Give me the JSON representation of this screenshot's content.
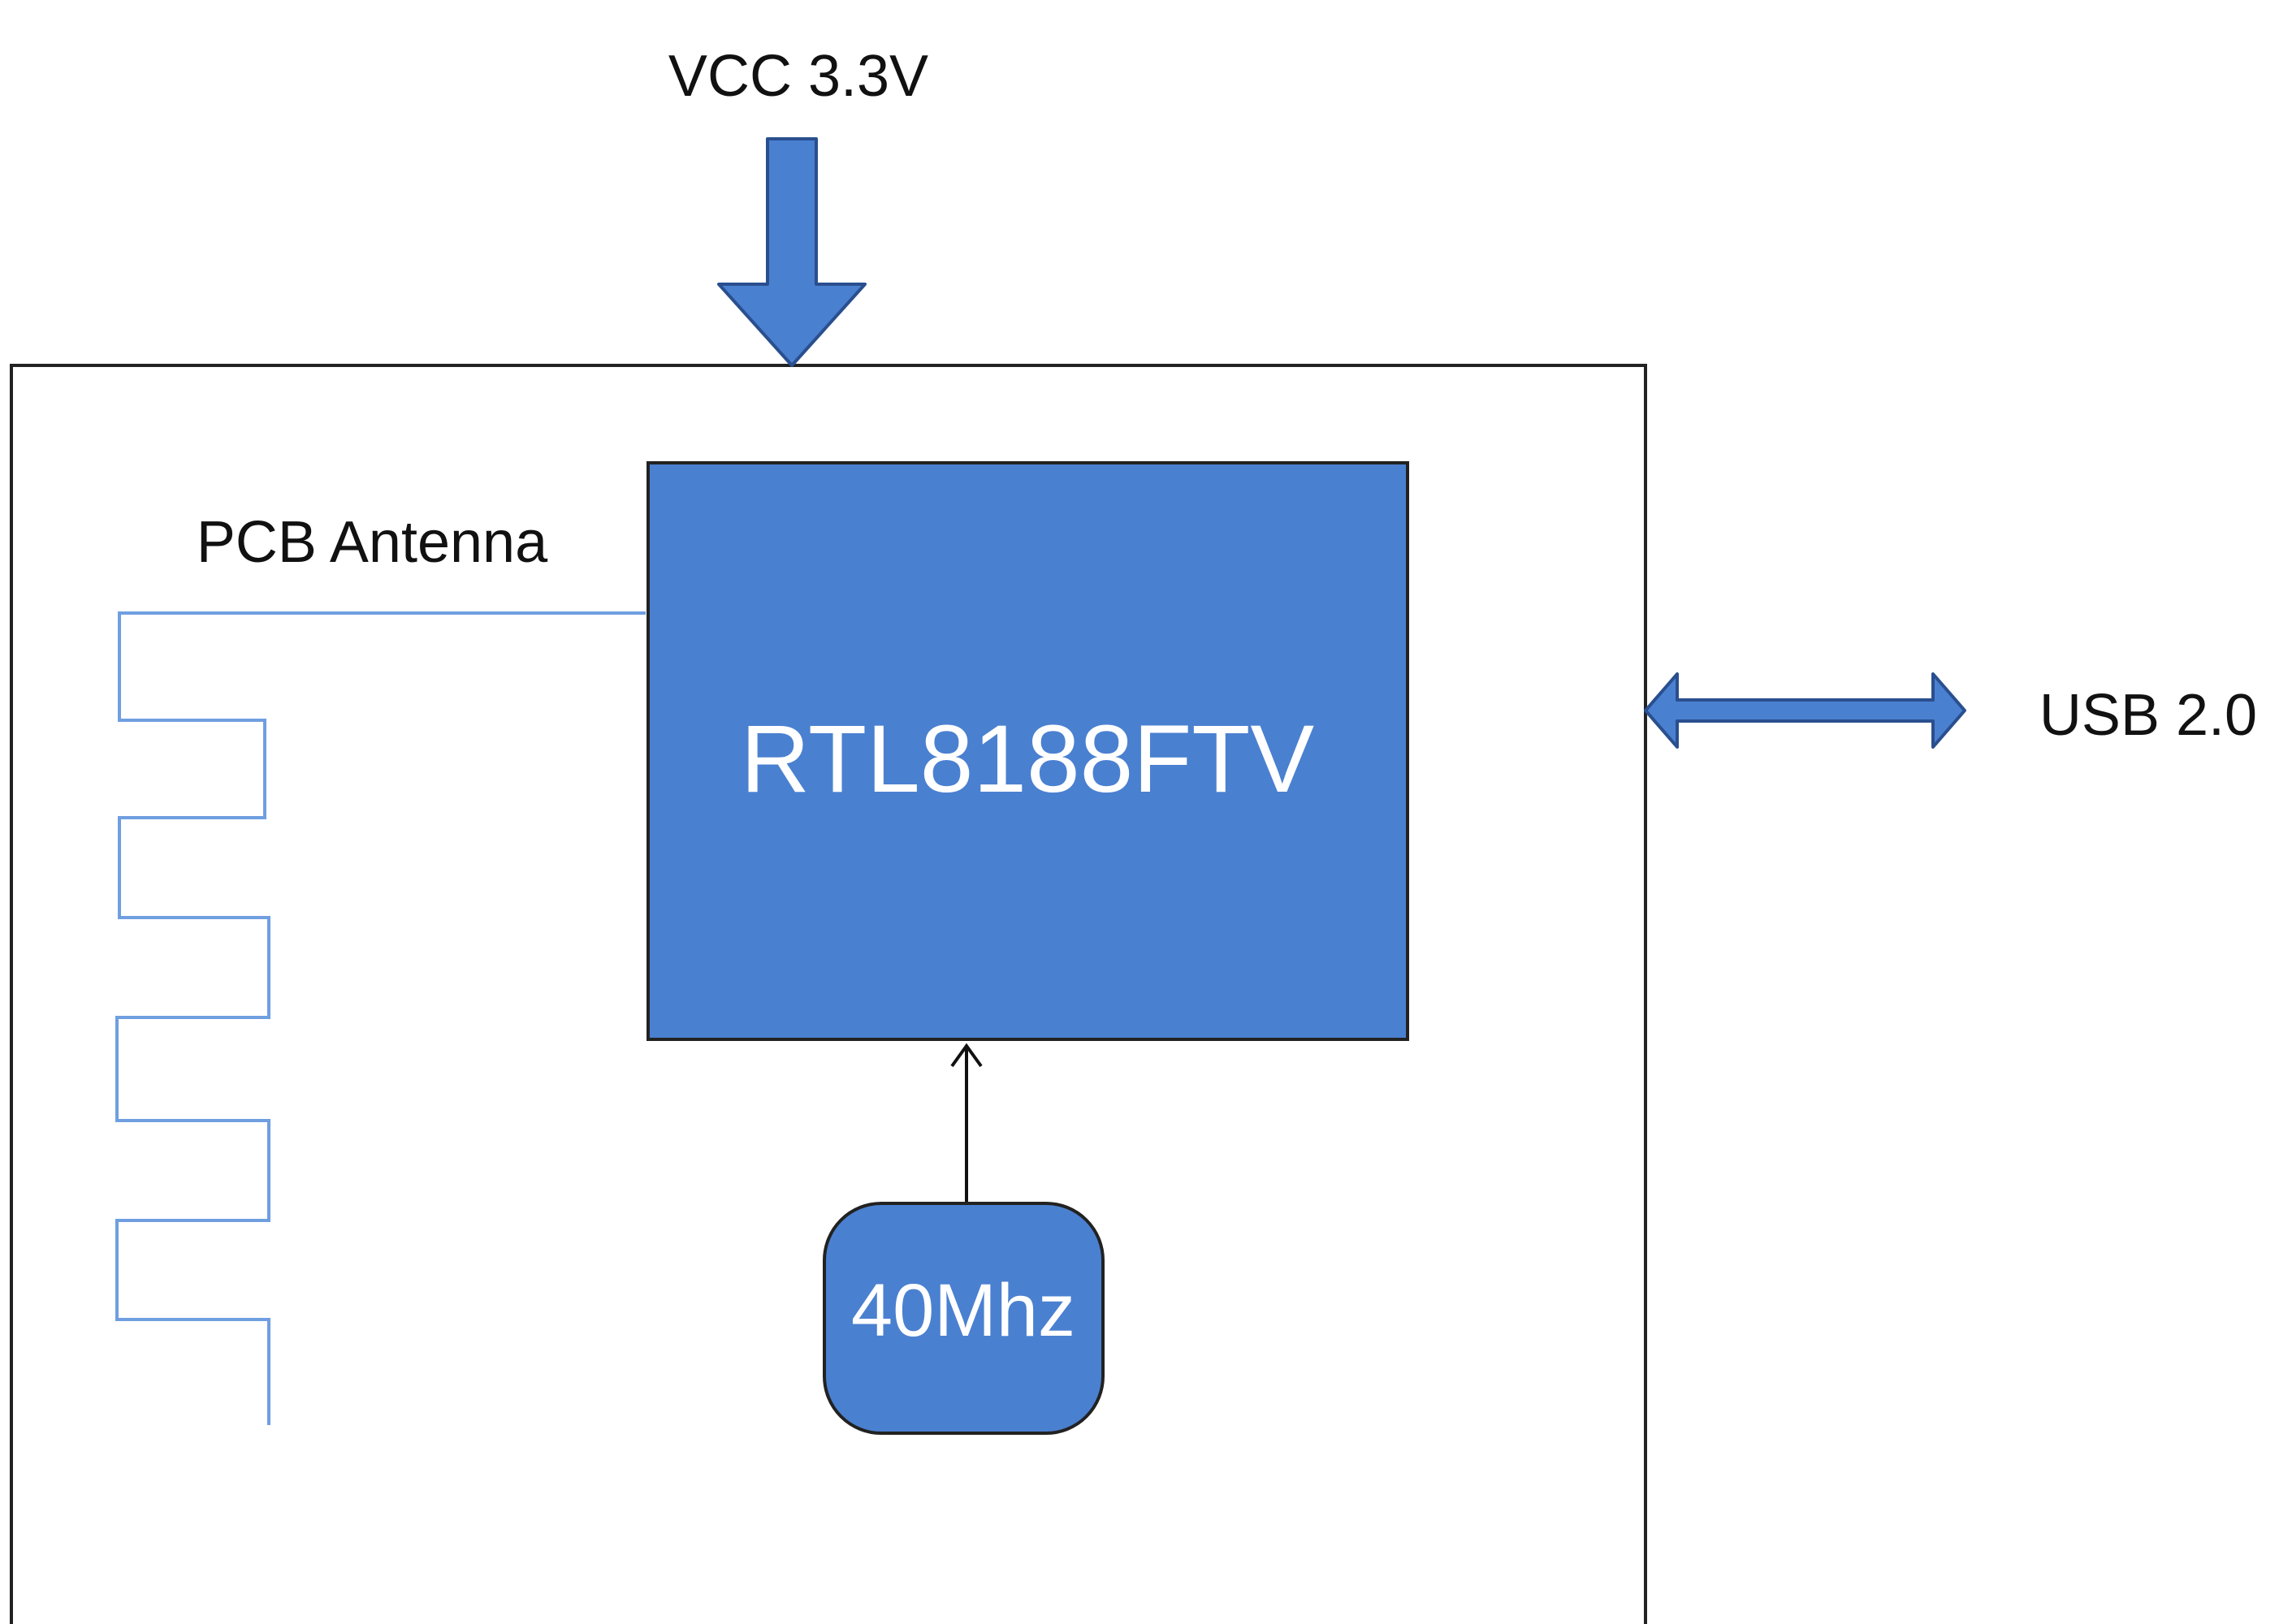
{
  "labels": {
    "vcc": "VCC 3.3V",
    "antenna": "PCB Antenna",
    "chip": "RTL8188FTV",
    "crystal": "40Mhz",
    "usb": "USB 2.0"
  },
  "colors": {
    "block_fill": "#4a80d0",
    "antenna_trace": "#6f9fe0",
    "outline": "#222222",
    "arrow_fill": "#4a80d0",
    "text_dark": "#111111",
    "text_light": "#ffffff"
  },
  "icons": {
    "power_arrow": "down-arrow-icon",
    "usb_arrow": "bidirectional-arrow-icon",
    "clock_arrow": "up-arrow-icon"
  }
}
